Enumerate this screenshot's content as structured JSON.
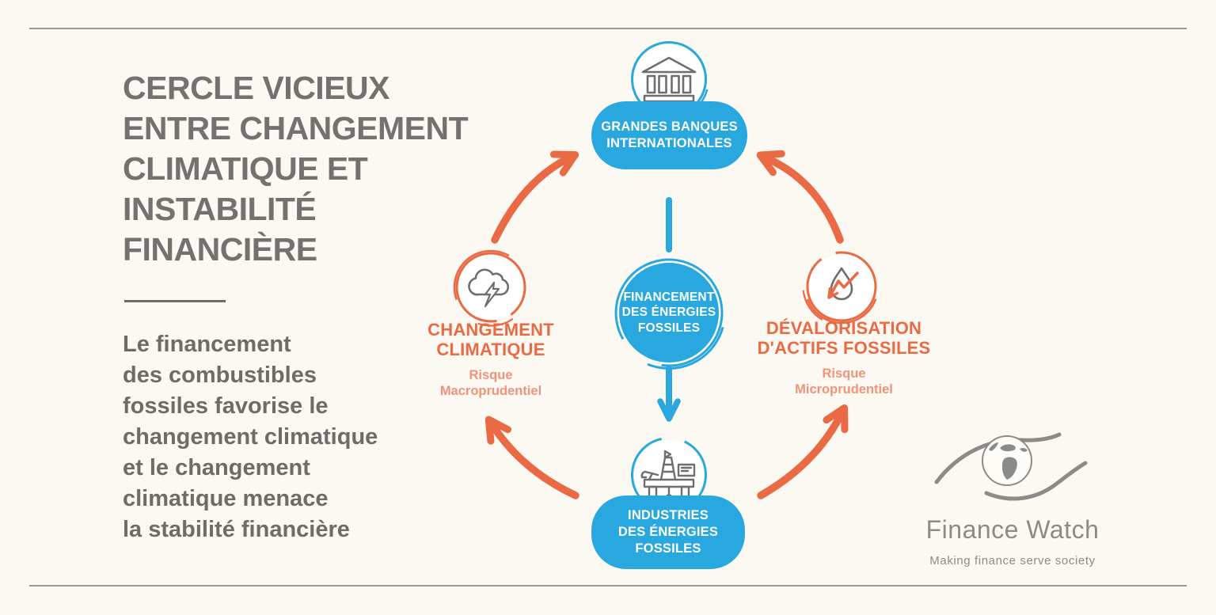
{
  "header": {
    "title": "CERCLE VICIEUX\nENTRE CHANGEMENT\nCLIMATIQUE ET\nINSTABILITÉ\nFINANCIÈRE",
    "description": "Le financement\ndes combustibles\nfossiles favorise le\nchangement climatique\net le changement\nclimatique menace\nla stabilité financière"
  },
  "diagram": {
    "banks": {
      "label": "GRANDES BANQUES\nINTERNATIONALES",
      "icon": "bank"
    },
    "financing": {
      "label": "FINANCEMENT\nDES ÉNERGIES\nFOSSILES"
    },
    "industries": {
      "label": "INDUSTRIES\nDES ÉNERGIES\nFOSSILES",
      "icon": "oil-platform"
    },
    "climate_change": {
      "label": "CHANGEMENT\nCLIMATIQUE",
      "risk": "Risque\nMacroprudentiel",
      "icon": "storm-cloud"
    },
    "asset_devaluation": {
      "label": "DÉVALORISATION\nD'ACTIFS FOSSILES",
      "risk": "Risque\nMicroprudentiel",
      "icon": "falling-oil-asset"
    },
    "flows": [
      {
        "from": "GRANDES BANQUES INTERNATIONALES",
        "to": "FINANCEMENT DES ÉNERGIES FOSSILES",
        "color": "blue"
      },
      {
        "from": "FINANCEMENT DES ÉNERGIES FOSSILES",
        "to": "INDUSTRIES DES ÉNERGIES FOSSILES",
        "color": "blue"
      },
      {
        "from": "INDUSTRIES DES ÉNERGIES FOSSILES",
        "to": "CHANGEMENT CLIMATIQUE",
        "color": "orange"
      },
      {
        "from": "INDUSTRIES DES ÉNERGIES FOSSILES",
        "to": "DÉVALORISATION D'ACTIFS FOSSILES",
        "color": "orange"
      },
      {
        "from": "CHANGEMENT CLIMATIQUE",
        "to": "GRANDES BANQUES INTERNATIONALES",
        "color": "orange"
      },
      {
        "from": "DÉVALORISATION D'ACTIFS FOSSILES",
        "to": "GRANDES BANQUES INTERNATIONALES",
        "color": "orange"
      }
    ]
  },
  "logo": {
    "name": "Finance Watch",
    "tagline": "Making finance serve society"
  },
  "colors": {
    "background": "#FBF9F1",
    "blue": "#29A8E0",
    "orange": "#E96A45",
    "salmon": "#F0937C",
    "text_gray": "#6E6B69",
    "icon_gray": "#6E6E6E",
    "logo_gray": "#8B8B89",
    "rule_gray": "#9A9A9A"
  }
}
